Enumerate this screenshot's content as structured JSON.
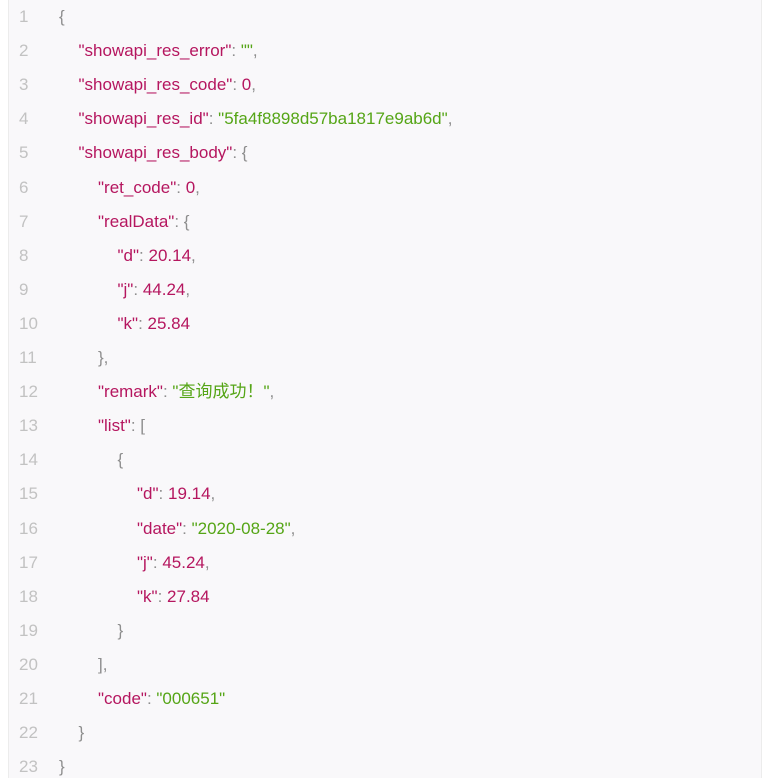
{
  "code_view": {
    "lines": [
      {
        "n": "1",
        "indent": 0,
        "tokens": [
          {
            "t": "pun",
            "v": "{"
          }
        ]
      },
      {
        "n": "2",
        "indent": 1,
        "tokens": [
          {
            "t": "key",
            "v": "\"showapi_res_error\""
          },
          {
            "t": "pun",
            "v": ": "
          },
          {
            "t": "str",
            "v": "\"\""
          },
          {
            "t": "pun",
            "v": ","
          }
        ]
      },
      {
        "n": "3",
        "indent": 1,
        "tokens": [
          {
            "t": "key",
            "v": "\"showapi_res_code\""
          },
          {
            "t": "pun",
            "v": ": "
          },
          {
            "t": "num",
            "v": "0"
          },
          {
            "t": "pun",
            "v": ","
          }
        ]
      },
      {
        "n": "4",
        "indent": 1,
        "tokens": [
          {
            "t": "key",
            "v": "\"showapi_res_id\""
          },
          {
            "t": "pun",
            "v": ": "
          },
          {
            "t": "str",
            "v": "\"5fa4f8898d57ba1817e9ab6d\""
          },
          {
            "t": "pun",
            "v": ","
          }
        ]
      },
      {
        "n": "5",
        "indent": 1,
        "tokens": [
          {
            "t": "key",
            "v": "\"showapi_res_body\""
          },
          {
            "t": "pun",
            "v": ": {"
          }
        ]
      },
      {
        "n": "6",
        "indent": 2,
        "tokens": [
          {
            "t": "key",
            "v": "\"ret_code\""
          },
          {
            "t": "pun",
            "v": ": "
          },
          {
            "t": "num",
            "v": "0"
          },
          {
            "t": "pun",
            "v": ","
          }
        ]
      },
      {
        "n": "7",
        "indent": 2,
        "tokens": [
          {
            "t": "key",
            "v": "\"realData\""
          },
          {
            "t": "pun",
            "v": ": {"
          }
        ]
      },
      {
        "n": "8",
        "indent": 3,
        "tokens": [
          {
            "t": "key",
            "v": "\"d\""
          },
          {
            "t": "pun",
            "v": ": "
          },
          {
            "t": "num",
            "v": "20.14"
          },
          {
            "t": "pun",
            "v": ","
          }
        ]
      },
      {
        "n": "9",
        "indent": 3,
        "tokens": [
          {
            "t": "key",
            "v": "\"j\""
          },
          {
            "t": "pun",
            "v": ": "
          },
          {
            "t": "num",
            "v": "44.24"
          },
          {
            "t": "pun",
            "v": ","
          }
        ]
      },
      {
        "n": "10",
        "indent": 3,
        "tokens": [
          {
            "t": "key",
            "v": "\"k\""
          },
          {
            "t": "pun",
            "v": ": "
          },
          {
            "t": "num",
            "v": "25.84"
          }
        ]
      },
      {
        "n": "11",
        "indent": 2,
        "tokens": [
          {
            "t": "pun",
            "v": "},"
          }
        ]
      },
      {
        "n": "12",
        "indent": 2,
        "tokens": [
          {
            "t": "key",
            "v": "\"remark\""
          },
          {
            "t": "pun",
            "v": ": "
          },
          {
            "t": "str",
            "v": "\"查询成功！\""
          },
          {
            "t": "pun",
            "v": ","
          }
        ]
      },
      {
        "n": "13",
        "indent": 2,
        "tokens": [
          {
            "t": "key",
            "v": "\"list\""
          },
          {
            "t": "pun",
            "v": ": ["
          }
        ]
      },
      {
        "n": "14",
        "indent": 3,
        "tokens": [
          {
            "t": "pun",
            "v": "{"
          }
        ]
      },
      {
        "n": "15",
        "indent": 4,
        "tokens": [
          {
            "t": "key",
            "v": "\"d\""
          },
          {
            "t": "pun",
            "v": ": "
          },
          {
            "t": "num",
            "v": "19.14"
          },
          {
            "t": "pun",
            "v": ","
          }
        ]
      },
      {
        "n": "16",
        "indent": 4,
        "tokens": [
          {
            "t": "key",
            "v": "\"date\""
          },
          {
            "t": "pun",
            "v": ": "
          },
          {
            "t": "str",
            "v": "\"2020-08-28\""
          },
          {
            "t": "pun",
            "v": ","
          }
        ]
      },
      {
        "n": "17",
        "indent": 4,
        "tokens": [
          {
            "t": "key",
            "v": "\"j\""
          },
          {
            "t": "pun",
            "v": ": "
          },
          {
            "t": "num",
            "v": "45.24"
          },
          {
            "t": "pun",
            "v": ","
          }
        ]
      },
      {
        "n": "18",
        "indent": 4,
        "tokens": [
          {
            "t": "key",
            "v": "\"k\""
          },
          {
            "t": "pun",
            "v": ": "
          },
          {
            "t": "num",
            "v": "27.84"
          }
        ]
      },
      {
        "n": "19",
        "indent": 3,
        "tokens": [
          {
            "t": "pun",
            "v": "}"
          }
        ]
      },
      {
        "n": "20",
        "indent": 2,
        "tokens": [
          {
            "t": "pun",
            "v": "],"
          }
        ]
      },
      {
        "n": "21",
        "indent": 2,
        "tokens": [
          {
            "t": "key",
            "v": "\"code\""
          },
          {
            "t": "pun",
            "v": ": "
          },
          {
            "t": "str",
            "v": "\"000651\""
          }
        ]
      },
      {
        "n": "22",
        "indent": 1,
        "tokens": [
          {
            "t": "pun",
            "v": "}"
          }
        ]
      },
      {
        "n": "23",
        "indent": 0,
        "tokens": [
          {
            "t": "pun",
            "v": "}"
          }
        ]
      }
    ]
  },
  "colors": {
    "key": "#b5165f",
    "string": "#55a516",
    "number": "#b5165f",
    "punctuation": "#8e8e8e",
    "line_number": "#c2c2c2",
    "background": "#f9f8fa"
  }
}
